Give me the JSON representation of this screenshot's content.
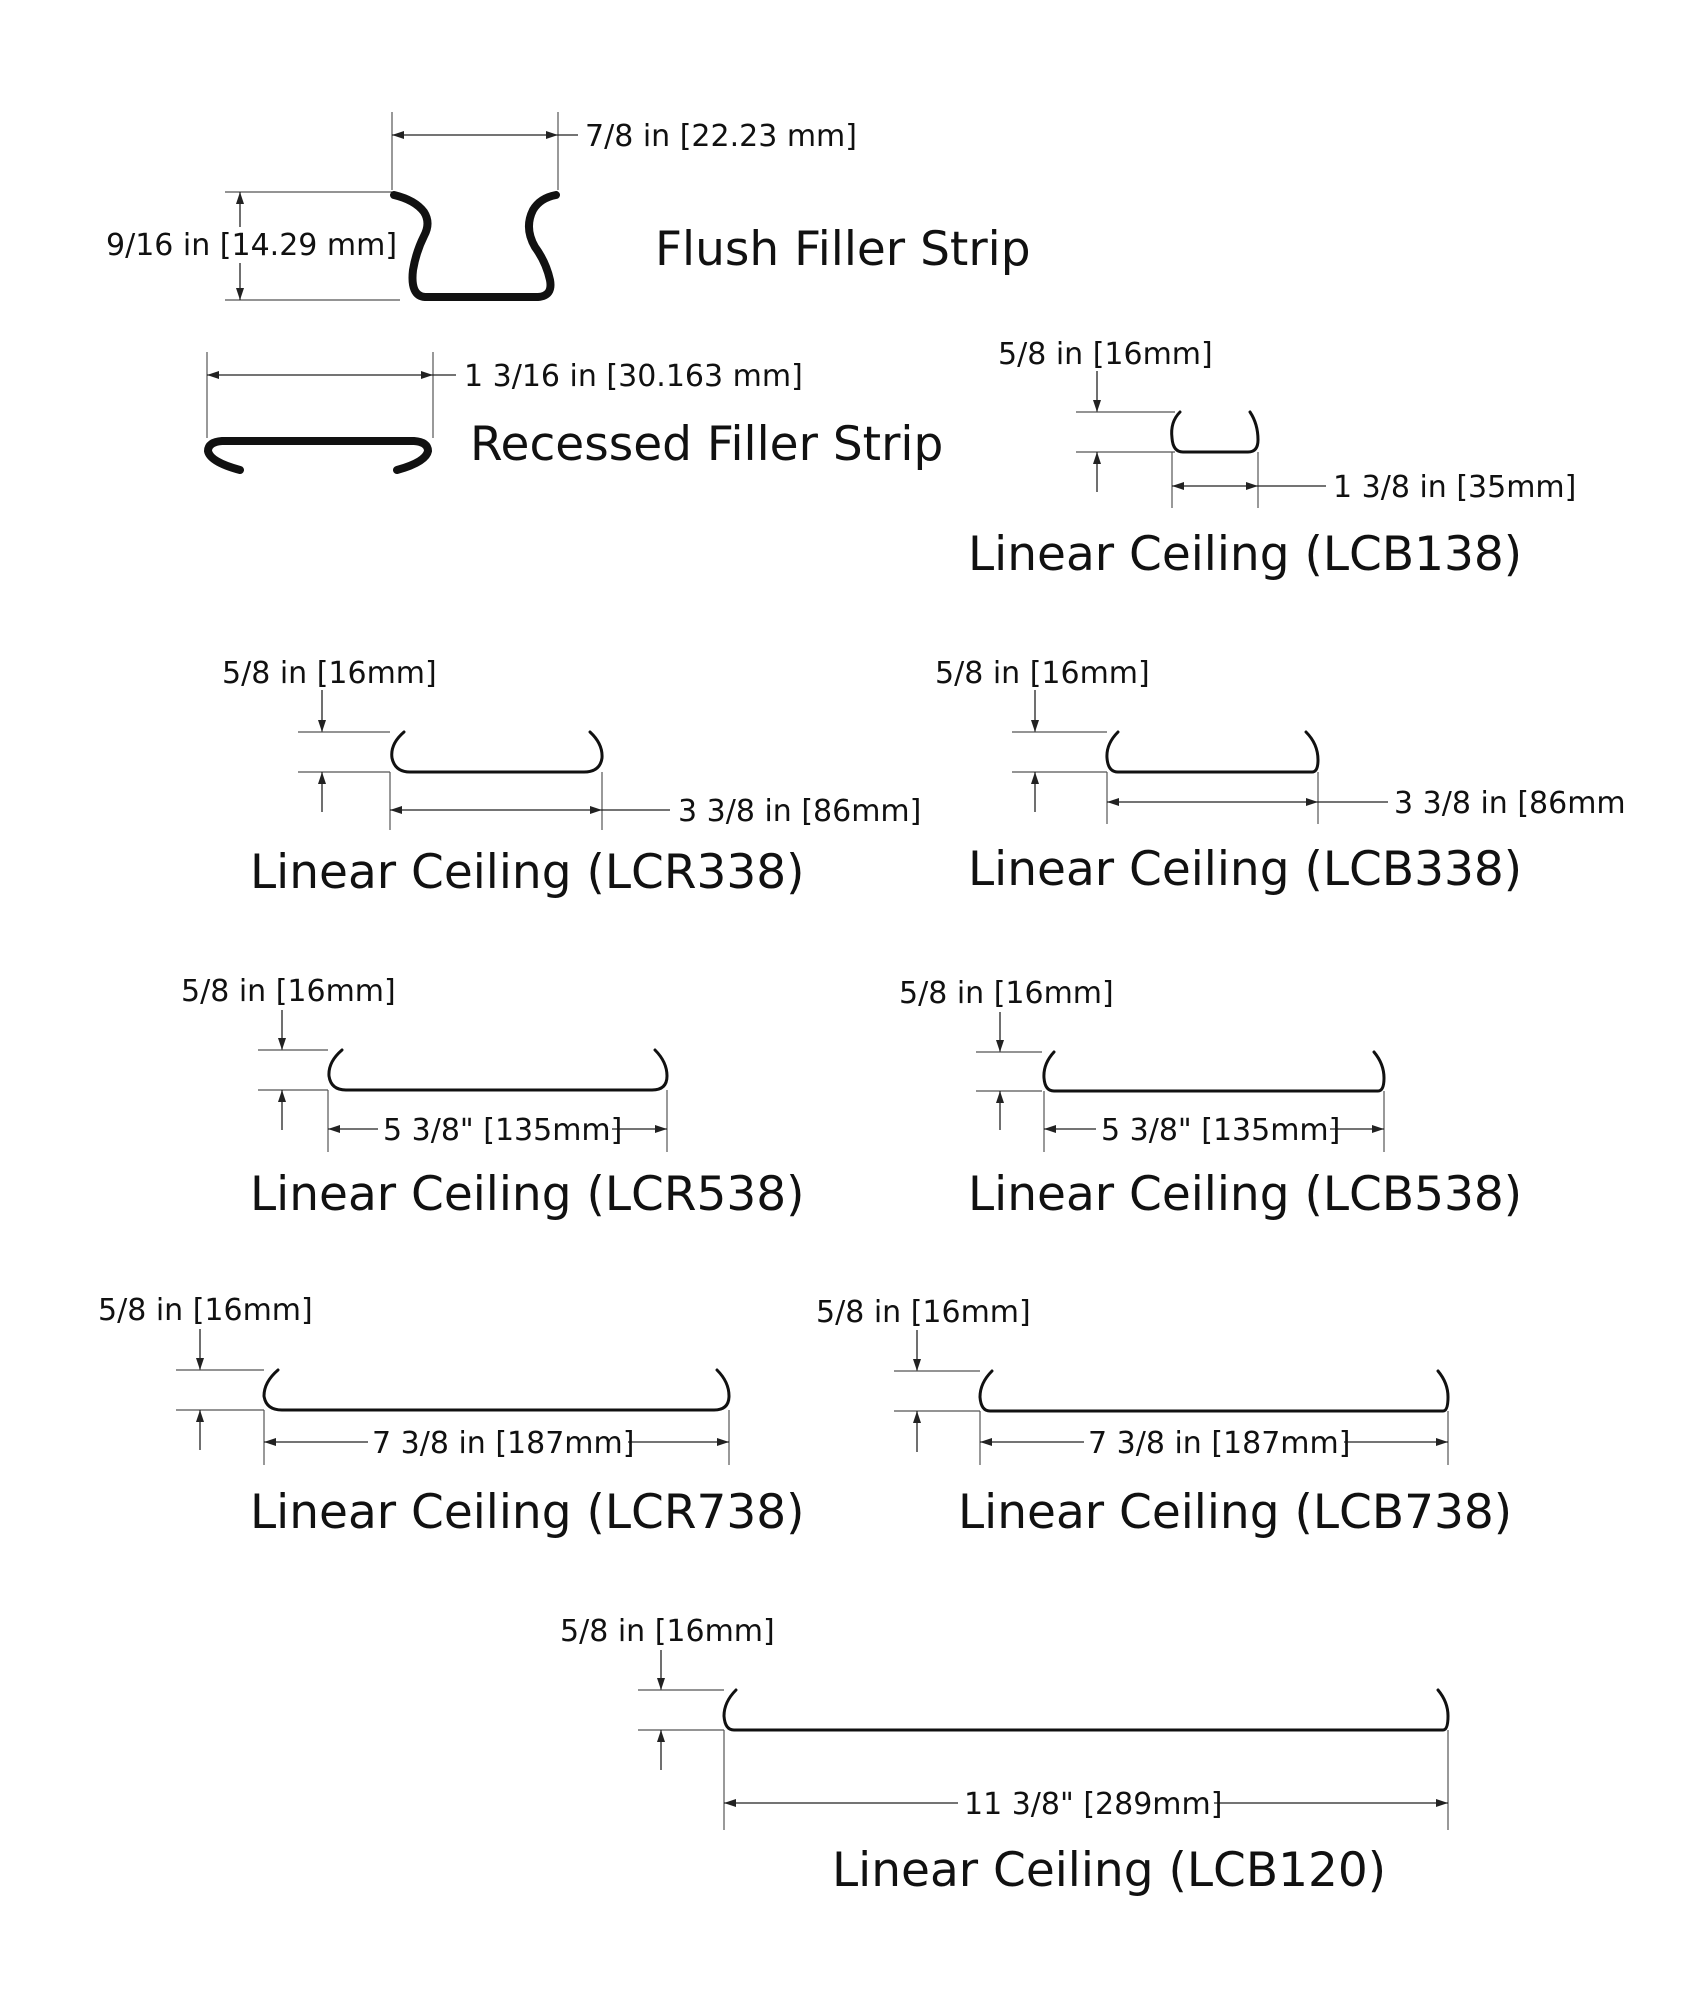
{
  "flush": {
    "title": "Flush Filler Strip",
    "width_label": "7/8 in [22.23 mm]",
    "height_label": "9/16 in [14.29 mm]"
  },
  "recessed": {
    "title": "Recessed Filler Strip",
    "width_label": "1 3/16 in [30.163 mm]"
  },
  "lcb138": {
    "title": "Linear Ceiling (LCB138)",
    "height_label": "5/8 in [16mm]",
    "width_label": "1 3/8 in [35mm]"
  },
  "lcr338": {
    "title": "Linear Ceiling (LCR338)",
    "height_label": "5/8 in [16mm]",
    "width_label": "3 3/8 in [86mm]"
  },
  "lcb338": {
    "title": "Linear Ceiling (LCB338)",
    "height_label": "5/8 in [16mm]",
    "width_label": "3 3/8 in [86mm"
  },
  "lcr538": {
    "title": "Linear Ceiling (LCR538)",
    "height_label": "5/8 in [16mm]",
    "width_label": "5 3/8\" [135mm]"
  },
  "lcb538": {
    "title": "Linear Ceiling (LCB538)",
    "height_label": "5/8 in [16mm]",
    "width_label": "5 3/8\" [135mm]"
  },
  "lcr738": {
    "title": "Linear Ceiling (LCR738)",
    "height_label": "5/8 in [16mm]",
    "width_label": "7 3/8 in [187mm]"
  },
  "lcb738": {
    "title": "Linear Ceiling (LCB738)",
    "height_label": "5/8 in [16mm]",
    "width_label": "7 3/8 in [187mm]"
  },
  "lcb120": {
    "title": "Linear Ceiling (LCB120)",
    "height_label": "5/8 in [16mm]",
    "width_label": "11 3/8\" [289mm]"
  }
}
